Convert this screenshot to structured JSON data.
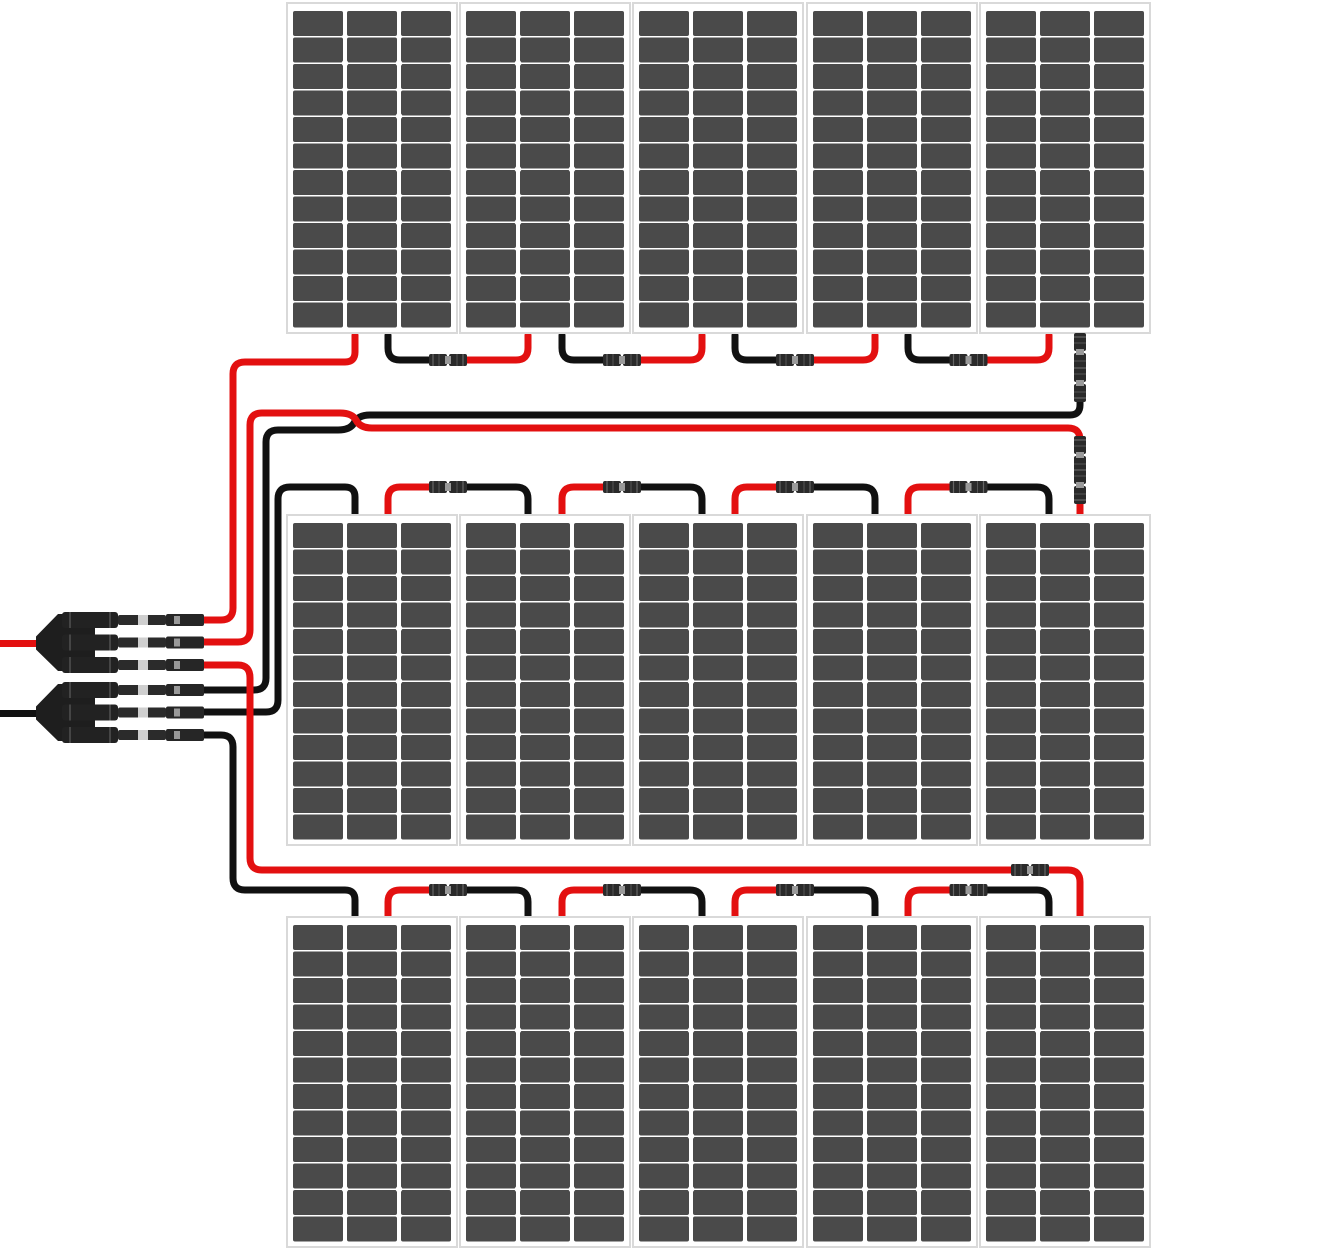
{
  "diagram": {
    "subject": "solar-panel-array-wiring",
    "rows": [
      {
        "name": "top",
        "panel_count": 5,
        "series_connections": 4
      },
      {
        "name": "middle",
        "panel_count": 5,
        "series_connections": 4
      },
      {
        "name": "bottom",
        "panel_count": 5,
        "series_connections": 4
      }
    ],
    "branch_connectors": {
      "positive_inputs": 3,
      "negative_inputs": 3
    },
    "colors": {
      "positive_wire": "#e31010",
      "negative_wire": "#111111",
      "panel_cell": "#4a4a4a",
      "panel_frame": "#d9d9d9",
      "background": "#ffffff"
    }
  }
}
